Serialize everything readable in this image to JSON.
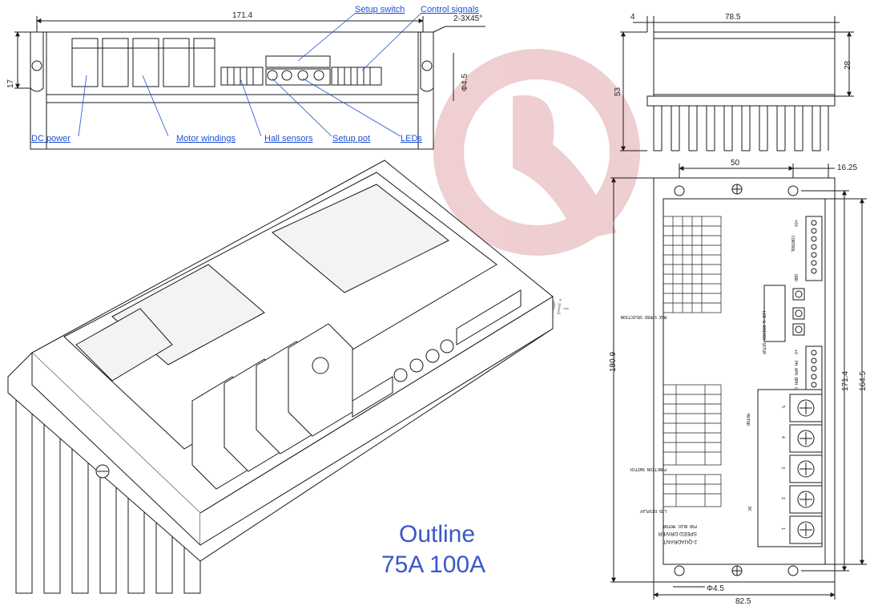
{
  "top_view": {
    "dims": {
      "overall_length": "171.4",
      "height": "17",
      "hole": "Φ4.5",
      "chamfer": "2-3X45°"
    },
    "callouts": {
      "setup_switch": "Setup switch",
      "control_signals": "Control signals",
      "dc_power": "DC power",
      "motor_windings": "Motor windings",
      "hall_sensors": "Hall sensors",
      "setup_pot": "Setup pot",
      "leds": "LEDs"
    }
  },
  "side_view": {
    "dims": {
      "offset": "4",
      "width": "78.5",
      "total_height": "53",
      "body_height": "28"
    }
  },
  "front_view": {
    "dims": {
      "hole_spacing": "50",
      "edge_offset": "16.25",
      "overall_height": "180.9",
      "hole_pitch": "171.4",
      "body_height": "164.5",
      "hole": "Φ4.5",
      "width": "82.5"
    },
    "labels": {
      "product_line1": "2-QUADRANT",
      "product_line2": "SPEED DRIVER",
      "product_line3": "FOR BLDC MOTOR",
      "led_display": "LED DISPLAY",
      "function_switch": "FUNCTION SWITCH",
      "max_speed_selection": "MAX SPEED SELECTION",
      "led_driver_setup": "LED & DRIVER SETUP",
      "control": "CONTROL",
      "motor": "MOTOR",
      "dc": "DC",
      "terminal_1": "1",
      "terminal_2": "2",
      "terminal_3": "3",
      "terminal_4": "4",
      "terminal_5": "5",
      "pin_gnd": "GND",
      "pin_5v": "+5V",
      "pin_plus": "+V",
      "pin_pha": "PH A",
      "pin_phb": "PH B",
      "pin_phc": "PH C"
    }
  },
  "watermark": {
    "text": "-JunQi-"
  },
  "caption": {
    "line1": "Outline",
    "line2": "75A   100A"
  },
  "colors": {
    "line": "#1a1a1a",
    "callout": "#1f4fd6",
    "title": "#3a58c9",
    "watermark": "#e1a7ad",
    "fin": "#ffffff"
  }
}
